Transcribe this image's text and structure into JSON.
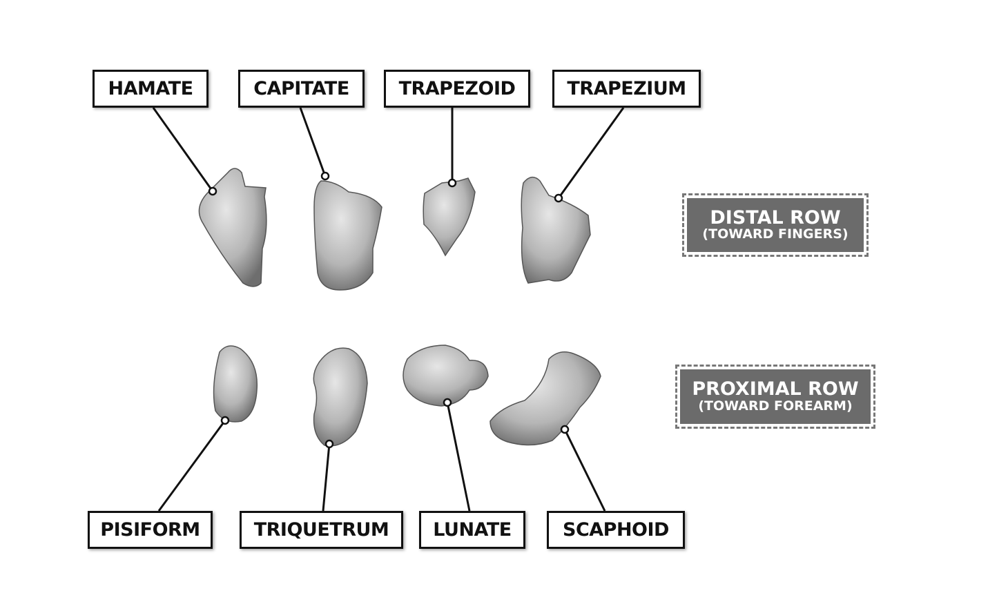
{
  "distal_bones": [
    {
      "label": "HAMATE"
    },
    {
      "label": "CAPITATE"
    },
    {
      "label": "TRAPEZOID"
    },
    {
      "label": "TRAPEZIUM"
    }
  ],
  "proximal_bones": [
    {
      "label": "PISIFORM"
    },
    {
      "label": "TRIQUETRUM"
    },
    {
      "label": "LUNATE"
    },
    {
      "label": "SCAPHOID"
    }
  ],
  "rows": {
    "distal": {
      "title": "DISTAL ROW",
      "subtitle": "(TOWARD FINGERS)"
    },
    "proximal": {
      "title": "PROXIMAL ROW",
      "subtitle": "(TOWARD FOREARM)"
    }
  },
  "colors": {
    "label_border": "#111111",
    "row_fill": "#6b6b6b",
    "row_dash": "#777777",
    "bone": "#bdbdbd"
  }
}
